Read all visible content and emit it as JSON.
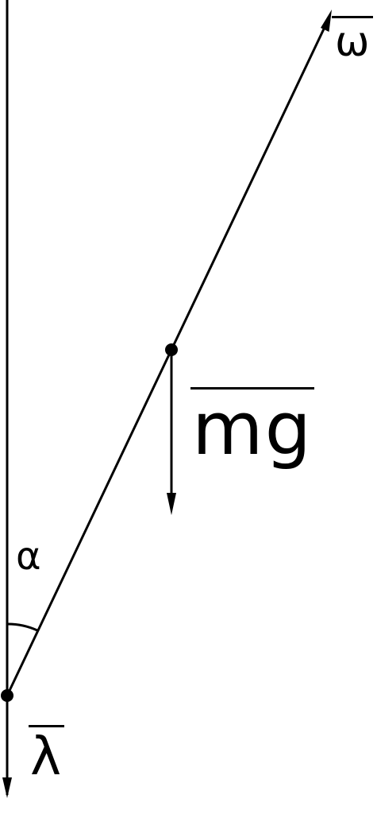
{
  "labels": {
    "omega": "ω",
    "mg": "mg",
    "alpha": "α",
    "lambda": "λ"
  },
  "colors": {
    "stroke": "#000000",
    "background": "#ffffff"
  }
}
